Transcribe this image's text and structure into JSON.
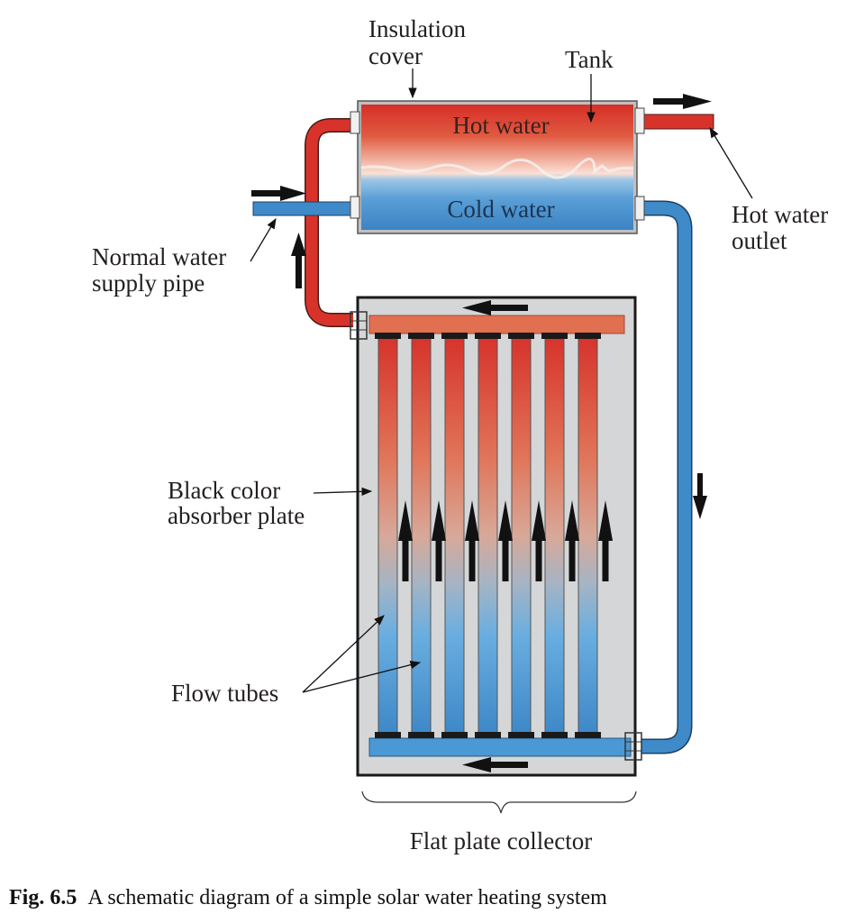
{
  "figure": {
    "number": "Fig. 6.5",
    "caption": "A schematic diagram of a simple solar water heating system"
  },
  "labels": {
    "insulation_cover_line1": "Insulation",
    "insulation_cover_line2": "cover",
    "tank": "Tank",
    "hot_water": "Hot water",
    "cold_water": "Cold water",
    "hot_water_outlet_line1": "Hot water",
    "hot_water_outlet_line2": "outlet",
    "normal_supply_line1": "Normal water",
    "normal_supply_line2": "supply pipe",
    "absorber_line1": "Black color",
    "absorber_line2": "absorber plate",
    "flow_tubes": "Flow tubes",
    "collector": "Flat plate collector"
  },
  "components": {
    "flow_tube_count": 7,
    "flow_arrow_count": 7
  },
  "colors": {
    "hot": "#d8332b",
    "warm": "#e07050",
    "cold": "#3f8ac8",
    "cold_light": "#7ab6e0",
    "plate": "#d4d6d8",
    "outline": "#1a1a1a"
  }
}
